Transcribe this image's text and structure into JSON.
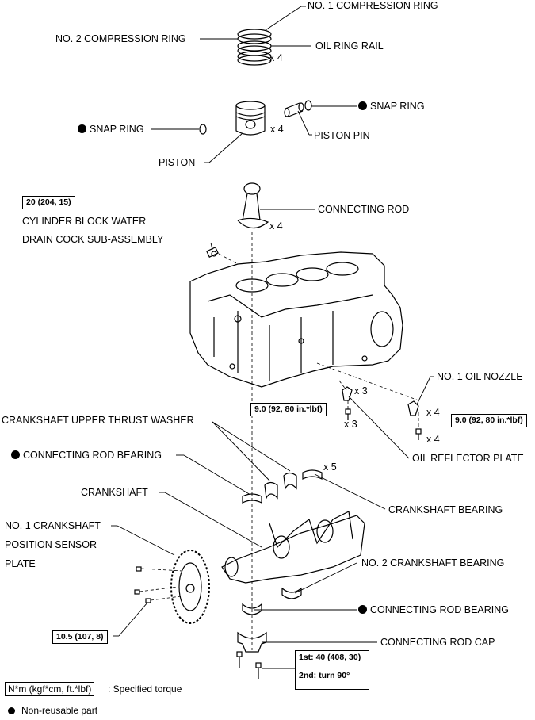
{
  "labels": {
    "no1_compression_ring": "NO. 1 COMPRESSION RING",
    "no2_compression_ring": "NO. 2 COMPRESSION RING",
    "oil_ring_rail": "OIL RING RAIL",
    "snap_ring_right": "SNAP RING",
    "snap_ring_left": "SNAP RING",
    "piston_pin": "PISTON PIN",
    "piston": "PISTON",
    "connecting_rod": "CONNECTING ROD",
    "drain_cock_line1": "CYLINDER BLOCK WATER",
    "drain_cock_line2": "DRAIN COCK SUB-ASSEMBLY",
    "no1_oil_nozzle": "NO. 1 OIL NOZZLE",
    "crankshaft_upper_thrust_washer": "CRANKSHAFT UPPER THRUST WASHER",
    "connecting_rod_bearing_upper": "CONNECTING ROD BEARING",
    "oil_reflector_plate": "OIL REFLECTOR PLATE",
    "crankshaft": "CRANKSHAFT",
    "crankshaft_bearing": "CRANKSHAFT BEARING",
    "sensor_plate_line1": "NO. 1 CRANKSHAFT",
    "sensor_plate_line2": "POSITION SENSOR",
    "sensor_plate_line3": "PLATE",
    "no2_crankshaft_bearing": "NO. 2 CRANKSHAFT BEARING",
    "connecting_rod_bearing_lower": "CONNECTING ROD BEARING",
    "connecting_rod_cap": "CONNECTING ROD CAP"
  },
  "quantities": {
    "rings": "x 4",
    "piston": "x 4",
    "connecting_rod": "x 4",
    "oil_reflector_plate": "x 3",
    "oil_reflector_bolt": "x 3",
    "oil_nozzle": "x 4",
    "oil_nozzle_bolt": "x 4",
    "crankshaft_bearing": "x 5"
  },
  "torques": {
    "drain_cock": "20 (204, 15)",
    "oil_reflector_bolt": "9.0 (92, 80 in.*lbf)",
    "oil_nozzle_bolt": "9.0 (92, 80 in.*lbf)",
    "sensor_plate_bolt": "10.5 (107, 8)",
    "rod_cap_line1": "1st: 40 (408, 30)",
    "rod_cap_line2": "2nd: turn 90°"
  },
  "legend": {
    "torque_unit": "N*m (kgf*cm, ft.*lbf)",
    "torque_desc": ": Specified torque",
    "nonreusable": "Non-reusable part"
  }
}
